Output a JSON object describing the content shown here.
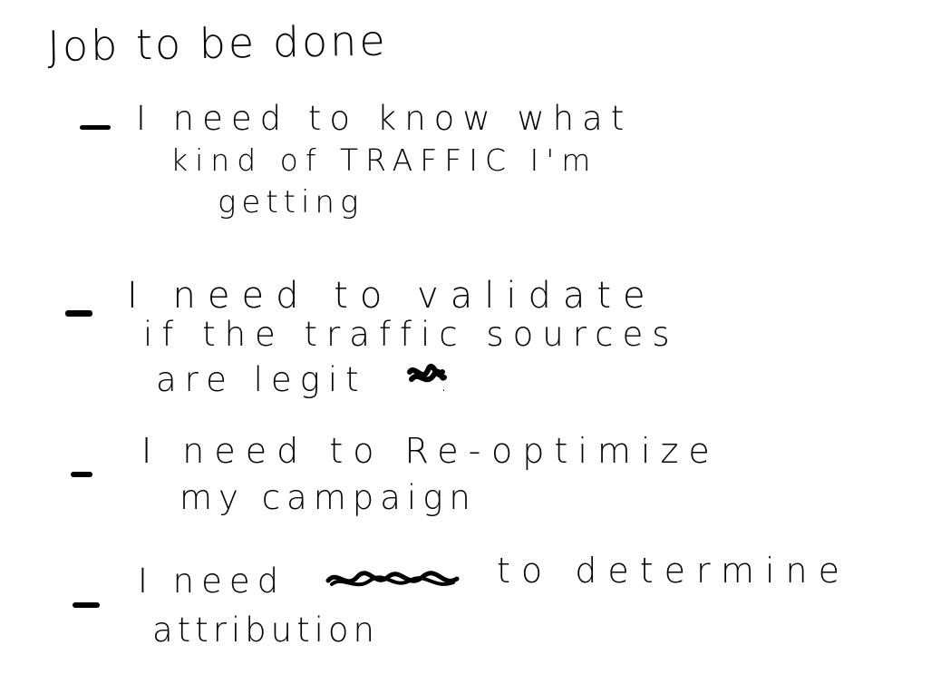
{
  "title": "Job to be done",
  "items": [
    {
      "lines": [
        "I need to know what",
        "kind of TRAFFIC I'm",
        "getting"
      ]
    },
    {
      "lines": [
        "I need to validate",
        "if the traffic sources",
        "are legit",
        "."
      ]
    },
    {
      "lines": [
        "I need to Re-optimize",
        "my campaign"
      ]
    },
    {
      "lines": [
        "I need",
        "to determine",
        "attribution"
      ]
    }
  ]
}
